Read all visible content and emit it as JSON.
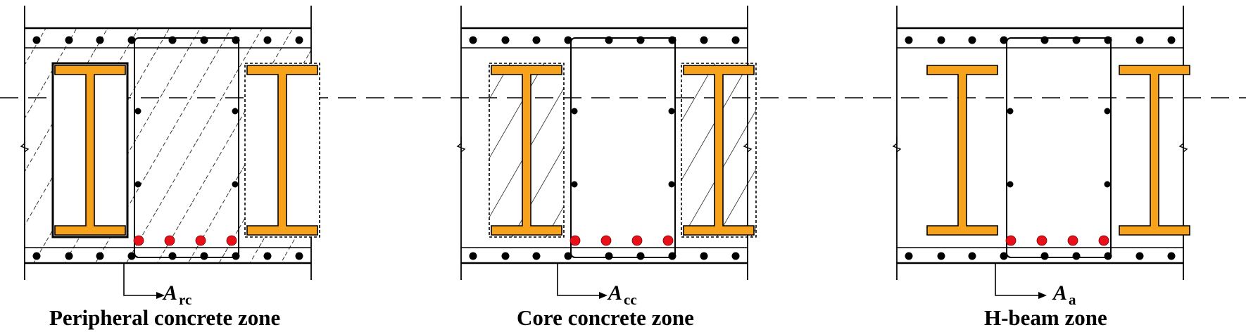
{
  "figure": {
    "colors": {
      "steel": "#F7A21B",
      "bar_red": "#E8101A",
      "line": "#000000"
    },
    "panels": [
      {
        "id": "peripheral",
        "symbol": "A",
        "subscript": "rc",
        "title": "Peripheral concrete zone",
        "hatched_region": "peripheral"
      },
      {
        "id": "core",
        "symbol": "A",
        "subscript": "cc",
        "title": "Core concrete zone",
        "hatched_region": "core"
      },
      {
        "id": "hbeam",
        "symbol": "A",
        "subscript": "a",
        "title": "H-beam zone",
        "hatched_region": "hbeam"
      }
    ]
  }
}
